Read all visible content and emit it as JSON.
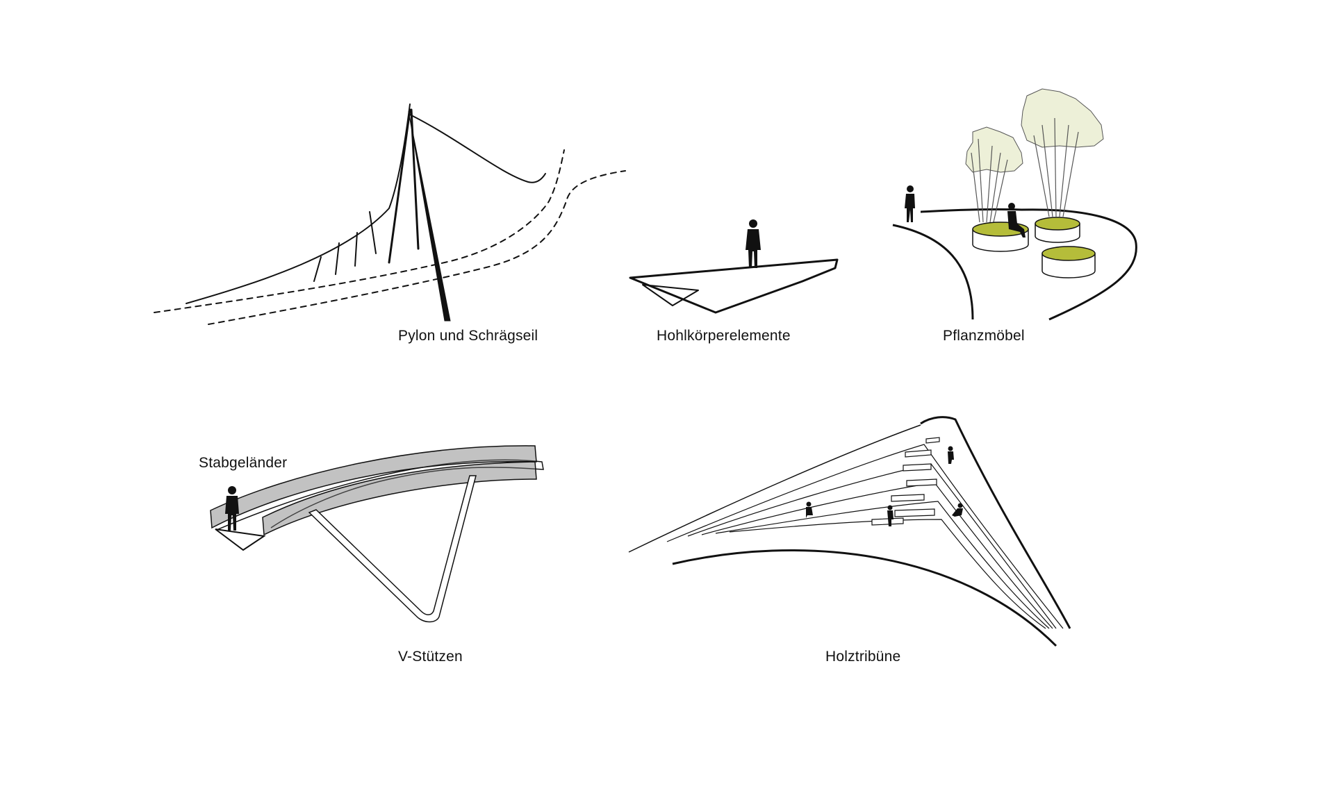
{
  "colors": {
    "background": "#ffffff",
    "line": "#111111",
    "planter_fill": "#b5bd3a",
    "tree_fill": "#edf0d8"
  },
  "labels": {
    "pylon": "Pylon und Schrägseil",
    "hohlkoerper": "Hohlkörperelemente",
    "pflanzmoebel": "Pflanzmöbel",
    "stabgelaender": "Stabgeländer",
    "v_stuetzen": "V-Stützen",
    "holztribuene": "Holztribüne"
  }
}
